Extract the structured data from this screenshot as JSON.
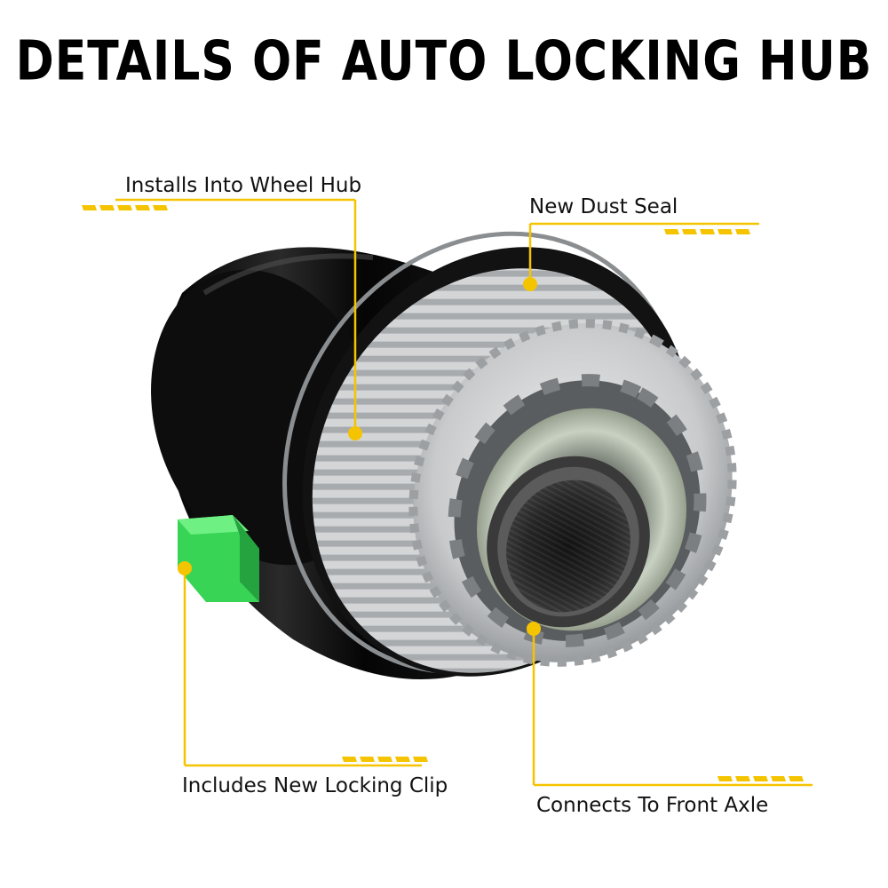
{
  "page": {
    "title": "DETAILS OF AUTO LOCKING HUB"
  },
  "callouts": [
    {
      "id": "wheel-hub",
      "label": "Installs Into Wheel Hub"
    },
    {
      "id": "dust-seal",
      "label": "New Dust Seal"
    },
    {
      "id": "locking-clip",
      "label": "Includes New Locking Clip"
    },
    {
      "id": "front-axle",
      "label": "Connects To Front Axle"
    }
  ],
  "colors": {
    "accent": "#F5C400",
    "housing": "#0B0B0B",
    "ring": "#C9CBCD",
    "clip": "#3DDB58",
    "seal": "#B9C3B4"
  },
  "icons": [
    "auto-locking-hub-photo"
  ]
}
